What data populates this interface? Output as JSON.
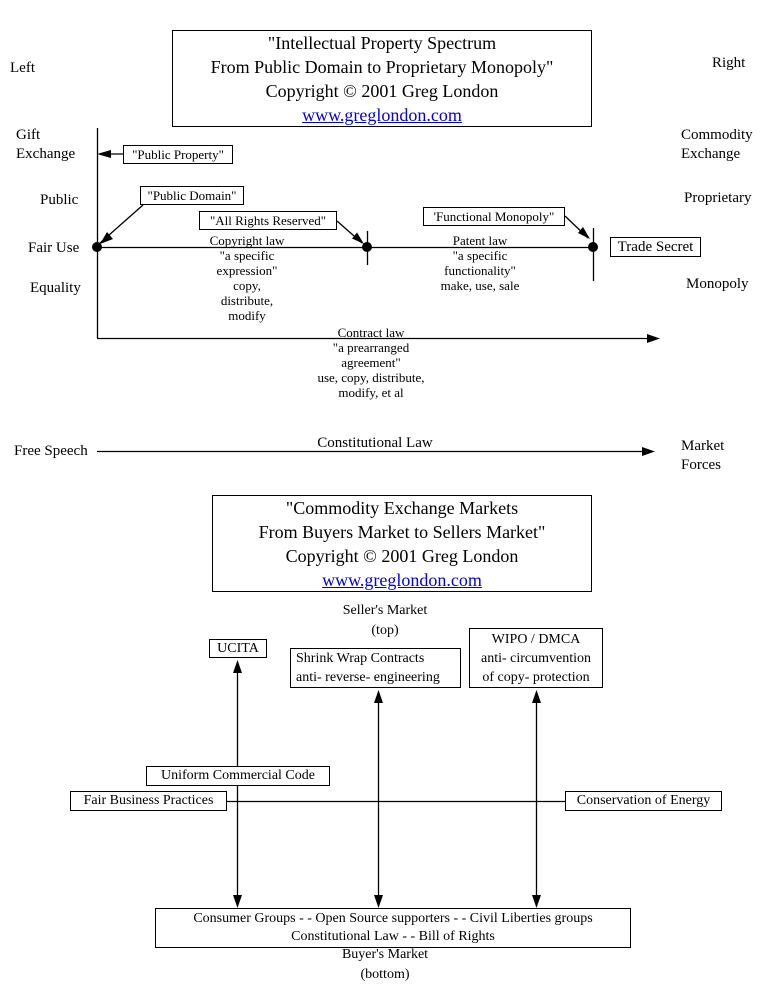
{
  "ip_spectrum": {
    "edge_left": "Left",
    "edge_right": "Right",
    "title": {
      "line1": "\"Intellectual Property Spectrum",
      "line2": "From Public Domain to Proprietary Monopoly\"",
      "line3": "Copyright © 2001 Greg London",
      "link": "www.greglondon.com"
    },
    "left_axis": {
      "gift1": "Gift",
      "gift2": "Exchange",
      "public": "Public",
      "fair_use": "Fair Use",
      "equality": "Equality",
      "free_speech": "Free Speech"
    },
    "right_axis": {
      "commodity1": "Commodity",
      "commodity2": "Exchange",
      "proprietary": "Proprietary",
      "monopoly": "Monopoly",
      "market1": "Market",
      "market2": "Forces"
    },
    "boxes": {
      "public_property": "\"Public Property\"",
      "public_domain": "\"Public Domain\"",
      "all_rights_reserved": "\"All Rights Reserved\"",
      "functional_monopoly": "'Functional Monopoly\"",
      "trade_secret": "Trade Secret"
    },
    "copyright_segment": {
      "l1": "Copyright law",
      "l2": "\"a specific",
      "l3": "expression\"",
      "l4": "copy,",
      "l5": "distribute,",
      "l6": "modify"
    },
    "patent_segment": {
      "l1": "Patent law",
      "l2": "\"a specific",
      "l3": "functionality\"",
      "l4": "make, use, sale"
    },
    "contract_segment": {
      "l1": "Contract law",
      "l2": "\"a prearranged",
      "l3": "agreement\"",
      "l4": "use, copy, distribute,",
      "l5": "modify, et al"
    },
    "constitutional": "Constitutional Law"
  },
  "commodity_markets": {
    "title": {
      "line1": "\"Commodity Exchange Markets",
      "line2": "From Buyers Market to Sellers Market\"",
      "line3": "Copyright © 2001 Greg London",
      "link": "www.greglondon.com"
    },
    "sellers_market": "Seller's Market",
    "top_note": "(top)",
    "boxes": {
      "ucita": "UCITA",
      "shrink1": "Shrink Wrap Contracts",
      "shrink2": "anti- reverse- engineering",
      "wipo1": "WIPO / DMCA",
      "wipo2": "anti- circumvention",
      "wipo3": "of copy- protection",
      "ucc": "Uniform Commercial Code",
      "fair_business": "Fair Business Practices",
      "conservation": "Conservation of Energy",
      "consumer1": "Consumer Groups - -  Open Source supporters - -  Civil Liberties groups",
      "consumer2": "Constitutional Law - -  Bill of Rights"
    },
    "buyers_market": "Buyer's Market",
    "bottom_note": "(bottom)"
  }
}
